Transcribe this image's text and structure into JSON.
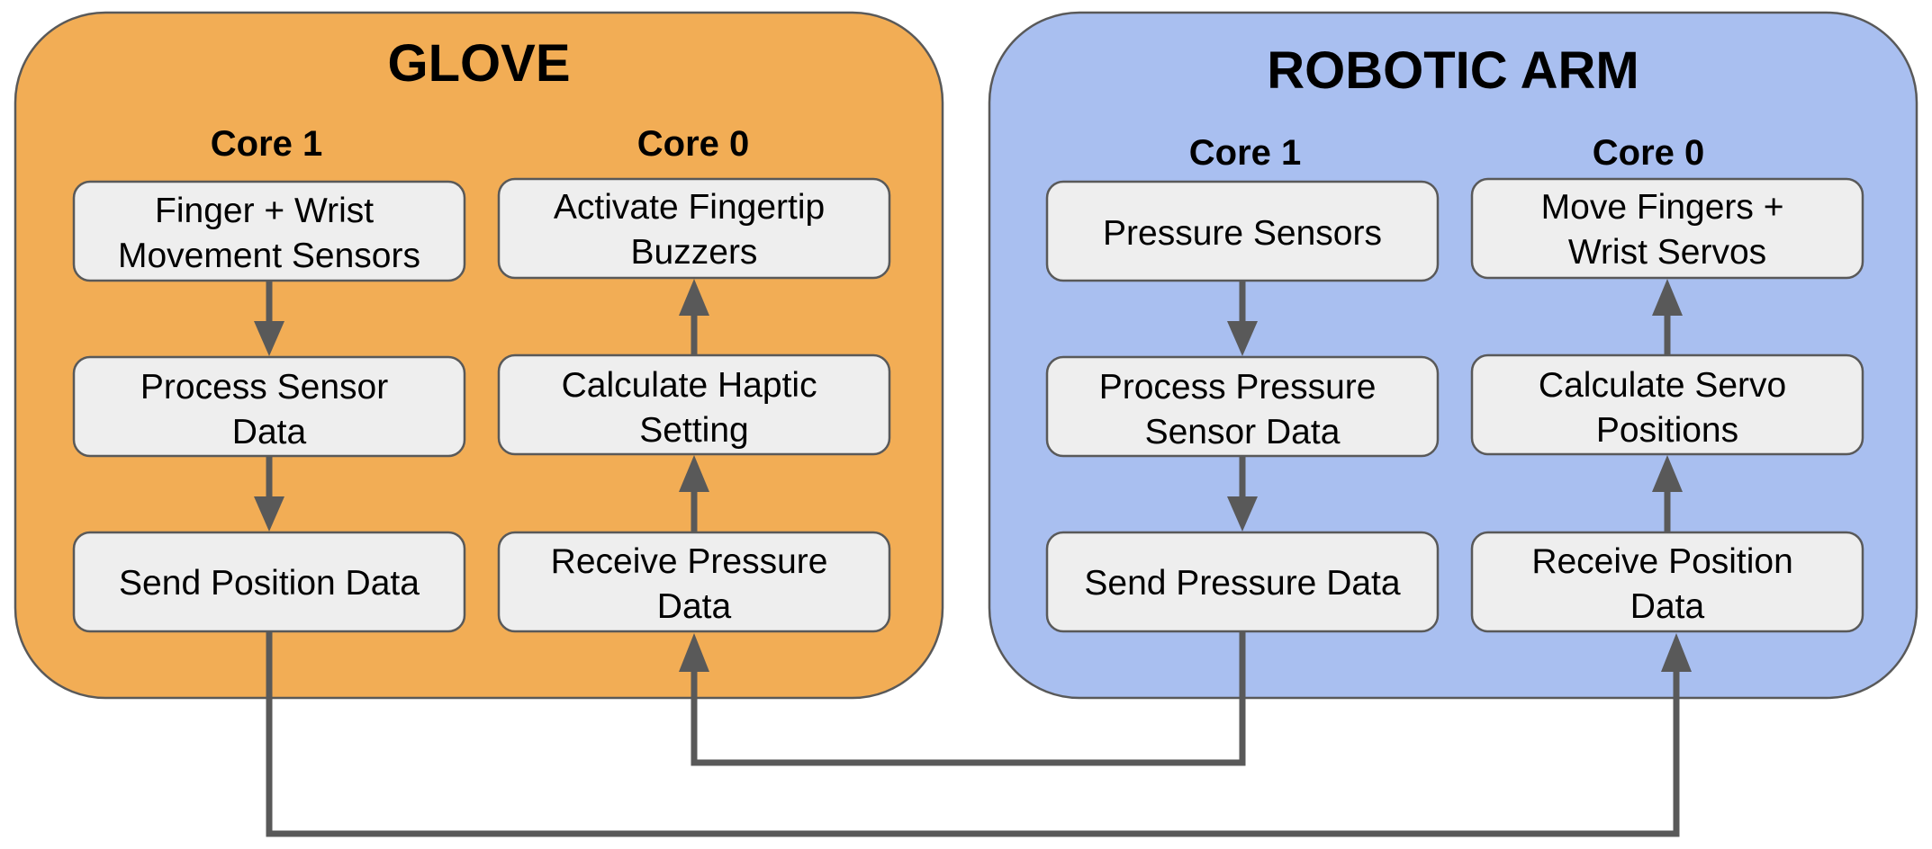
{
  "colors": {
    "glove_panel": "#f2ad55",
    "arm_panel": "#a9bff0",
    "box_fill": "#eeeeee",
    "line": "#595959"
  },
  "glove": {
    "title": "GLOVE",
    "core1": {
      "label": "Core 1",
      "boxes": [
        {
          "line1": "Finger + Wrist",
          "line2": "Movement Sensors"
        },
        {
          "line1": "Process Sensor",
          "line2": "Data"
        },
        {
          "line1": "Send Position Data",
          "line2": ""
        }
      ]
    },
    "core0": {
      "label": "Core 0",
      "boxes": [
        {
          "line1": "Activate Fingertip",
          "line2": "Buzzers"
        },
        {
          "line1": "Calculate Haptic",
          "line2": "Setting"
        },
        {
          "line1": "Receive Pressure",
          "line2": "Data"
        }
      ]
    }
  },
  "arm": {
    "title": "ROBOTIC ARM",
    "core1": {
      "label": "Core 1",
      "boxes": [
        {
          "line1": "Pressure Sensors",
          "line2": ""
        },
        {
          "line1": "Process Pressure",
          "line2": "Sensor Data"
        },
        {
          "line1": "Send Pressure Data",
          "line2": ""
        }
      ]
    },
    "core0": {
      "label": "Core 0",
      "boxes": [
        {
          "line1": "Move Fingers +",
          "line2": "Wrist Servos"
        },
        {
          "line1": "Calculate Servo",
          "line2": "Positions"
        },
        {
          "line1": "Receive Position",
          "line2": "Data"
        }
      ]
    }
  }
}
